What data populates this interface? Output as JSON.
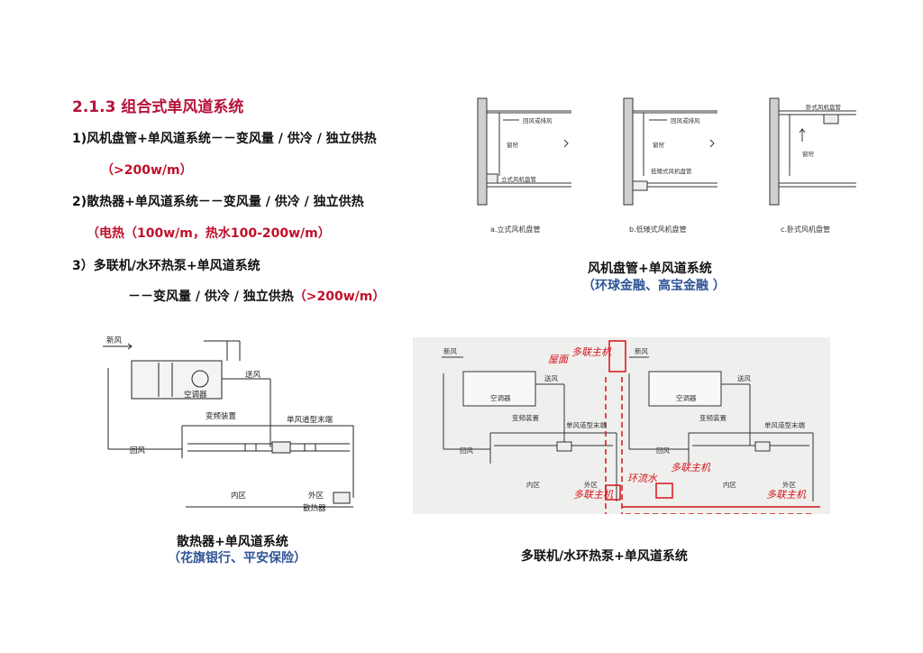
{
  "section": {
    "title": "2.1.3 组合式单风道系统"
  },
  "items": [
    {
      "line1": "1)风机盘管+单风道系统－－变风量 / 供冷 / 独立供热",
      "line2": "（>200w/m）"
    },
    {
      "line1": "2)散热器+单风道系统－－变风量 / 供冷 / 独立供热",
      "line2": "（电热（100w/m，热水100-200w/m）"
    },
    {
      "line1": "3）多联机/水环热泵+单风道系统",
      "line2_prefix": "－－变风量 / 供冷 / 独立供热",
      "line2_suffix": "（>200w/m）"
    }
  ],
  "fancoil_figure": {
    "captions": [
      "a.立式风机盘管",
      "b.低矮式风机盘管",
      "c.卧式风机盘管"
    ],
    "labels": {
      "return_air_a": "回风或排风",
      "return_air_b": "回风或排风",
      "window_a": "窗帘",
      "window_b": "窗帘",
      "window_c": "窗帘",
      "unit_a": "立式风机盘管",
      "unit_b": "低矮式风机盘管",
      "unit_c": "卧式风机盘管"
    },
    "title": "风机盘管+单风道系统",
    "subtitle": "（环球金融、高宝金融 ）"
  },
  "radiator_figure": {
    "labels": {
      "fresh_air": "新风",
      "supply_air": "送风",
      "ahu": "空调器",
      "vfd": "变频装置",
      "terminal": "单风道型末端",
      "return_air": "回风",
      "inner_zone": "内区",
      "outer_zone": "外区",
      "radiator": "散热器"
    },
    "title": "散热器+单风道系统",
    "subtitle": "（花旗银行、平安保险）"
  },
  "vrf_figure": {
    "labels": {
      "fresh_air_1": "新风",
      "fresh_air_2": "新风",
      "supply_1": "送风",
      "supply_2": "送风",
      "ahu_1": "空调器",
      "ahu_2": "空调器",
      "vfd_1": "变频装置",
      "vfd_2": "变频装置",
      "terminal_1": "单风道型末端",
      "terminal_2": "单风道型末端",
      "return_1": "回风",
      "return_2": "回风",
      "inner_1": "内区",
      "inner_2": "内区",
      "outer_1": "外区",
      "outer_2": "外区",
      "hw_roof": "屋面",
      "hw_multi_1": "多联主机",
      "hw_multi_2": "多联主机",
      "hw_multi_3": "多联主机",
      "hw_multi_4": "多联主机",
      "hw_watering": "环流水"
    },
    "title": "多联机/水环热泵+单风道系统"
  },
  "colors": {
    "title": "#b5123a",
    "accent_red": "#c0102a",
    "accent_blue": "#2f5597",
    "markup": "#d4141c"
  }
}
